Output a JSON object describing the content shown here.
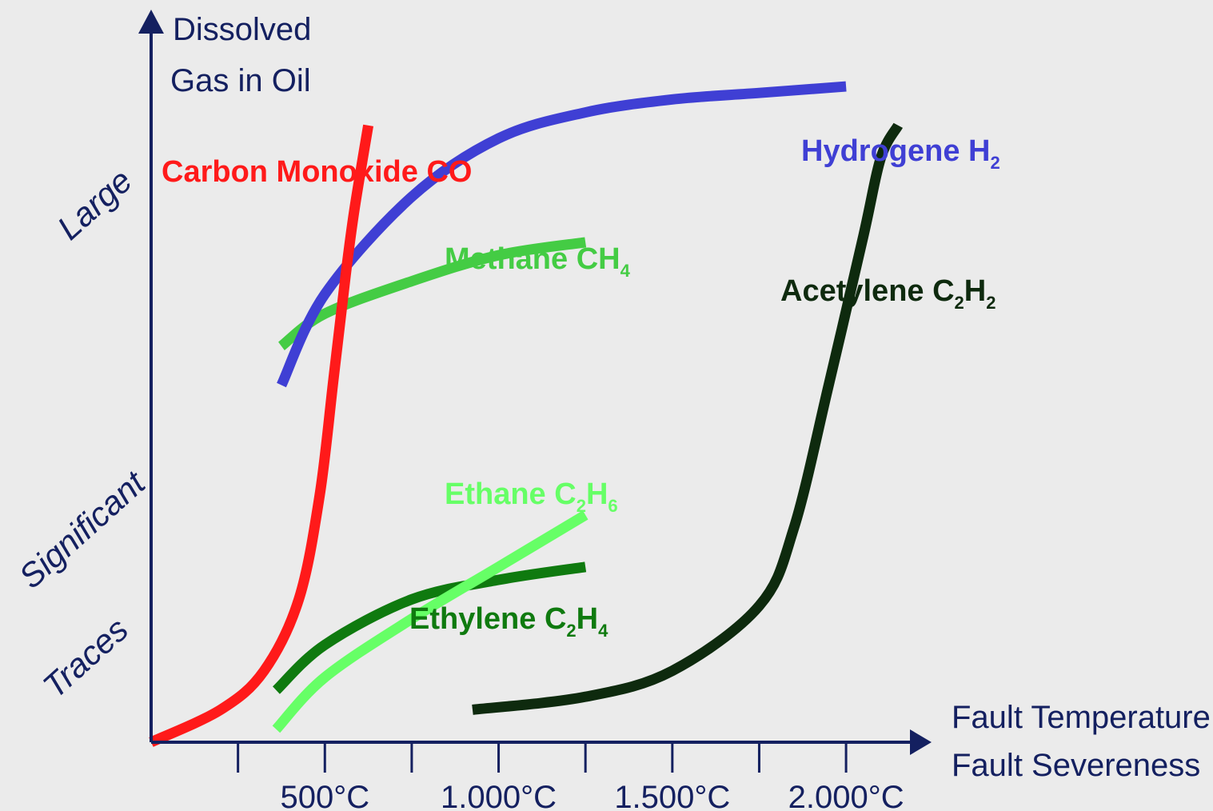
{
  "chart_data": {
    "type": "line",
    "xlabel": [
      "Fault Temperature",
      "Fault Severeness"
    ],
    "ylabel": [
      "Dissolved",
      "Gas in Oil"
    ],
    "x_tick_labels": [
      "500°C",
      "1.000°C",
      "1.500°C",
      "2.000°C"
    ],
    "x_ticks_c": [
      500,
      1000,
      1500,
      2000
    ],
    "xlim": [
      0,
      2200
    ],
    "y_levels": [
      {
        "label": "Traces",
        "value": 0.12
      },
      {
        "label": "Significant",
        "value": 0.38
      },
      {
        "label": "Large",
        "value": 0.88
      }
    ],
    "ylim": [
      0,
      1.1
    ],
    "series": [
      {
        "key": "h2",
        "name": "Hydrogene H",
        "subscript": "2",
        "color": "#3f3fd4",
        "x": [
          375,
          500,
          750,
          1000,
          1250,
          1500,
          1750,
          2000
        ],
        "y": [
          0.55,
          0.69,
          0.84,
          0.93,
          0.97,
          0.99,
          1.0,
          1.01
        ]
      },
      {
        "key": "co",
        "name": "Carbon Monoxide CO",
        "subscript": "",
        "color": "#ff1a1a",
        "x": [
          0,
          200,
          325,
          425,
          485,
          525,
          560,
          585,
          625
        ],
        "y": [
          0.0,
          0.05,
          0.11,
          0.22,
          0.38,
          0.56,
          0.72,
          0.82,
          0.95
        ]
      },
      {
        "key": "ch4",
        "name": "Methane CH",
        "subscript": "4",
        "color": "#44cc44",
        "x": [
          375,
          500,
          750,
          1000,
          1250
        ],
        "y": [
          0.61,
          0.66,
          0.71,
          0.75,
          0.77
        ]
      },
      {
        "key": "c2h6",
        "name": "Ethane C",
        "subscript": "2",
        "name2": "H",
        "subscript2": "6",
        "color": "#66ff66",
        "x": [
          360,
          500,
          750,
          1000,
          1250
        ],
        "y": [
          0.02,
          0.1,
          0.19,
          0.27,
          0.35
        ]
      },
      {
        "key": "c2h4",
        "name": "Ethylene C",
        "subscript": "2",
        "name2": "H",
        "subscript2": "4",
        "color": "#0f7a0f",
        "x": [
          360,
          500,
          750,
          1000,
          1250
        ],
        "y": [
          0.08,
          0.15,
          0.22,
          0.25,
          0.27
        ]
      },
      {
        "key": "c2h2",
        "name": "Acetylene  C",
        "subscript": "2",
        "name2": "H",
        "subscript2": "2",
        "color": "#0e2a0e",
        "x": [
          925,
          1250,
          1500,
          1750,
          1850,
          1950,
          2050,
          2100,
          2150
        ],
        "y": [
          0.05,
          0.07,
          0.11,
          0.21,
          0.33,
          0.55,
          0.78,
          0.9,
          0.95
        ]
      }
    ]
  }
}
